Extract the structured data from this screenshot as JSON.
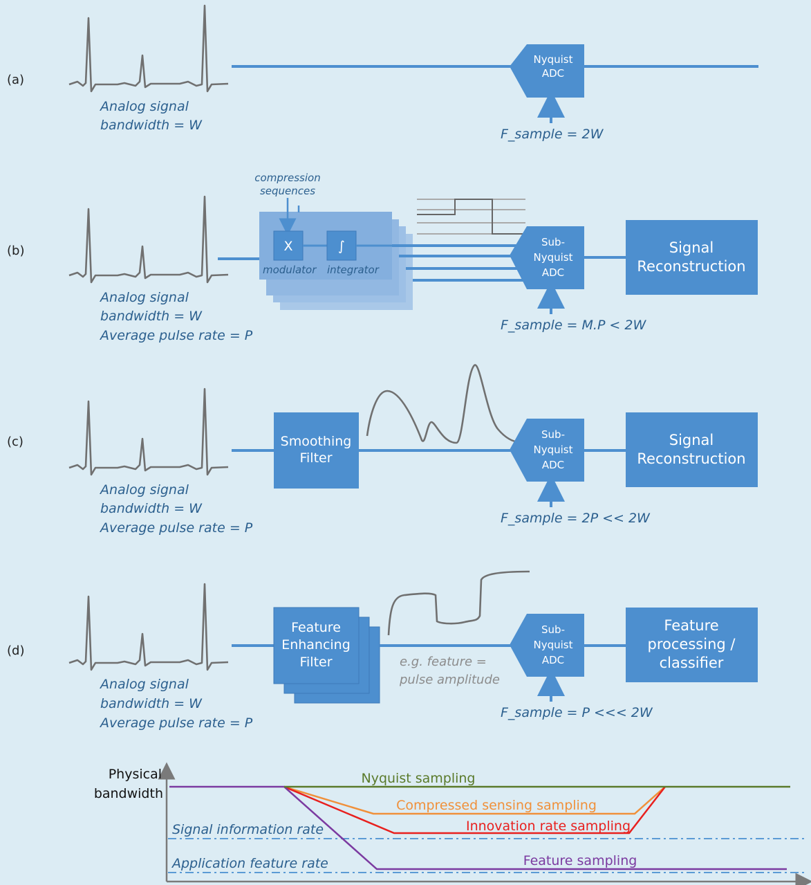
{
  "rows": {
    "a": {
      "label": "(a)",
      "signal": [
        "Analog signal",
        "bandwidth = W"
      ],
      "adc": [
        "Nyquist",
        "ADC"
      ],
      "fsample": "F_sample = 2W"
    },
    "b": {
      "label": "(b)",
      "signal": [
        "Analog signal",
        "bandwidth = W",
        "Average pulse rate = P"
      ],
      "compression": [
        "compression",
        "sequences"
      ],
      "mult_symbol": "X",
      "integral_symbol": "∫",
      "modulator": "modulator",
      "integrator": "integrator",
      "adc": [
        "Sub-",
        "Nyquist",
        "ADC"
      ],
      "output": [
        "Signal",
        "Reconstruction"
      ],
      "fsample": "F_sample = M.P < 2W"
    },
    "c": {
      "label": "(c)",
      "signal": [
        "Analog signal",
        "bandwidth = W",
        "Average pulse rate = P"
      ],
      "filter": [
        "Smoothing",
        "Filter"
      ],
      "adc": [
        "Sub-",
        "Nyquist",
        "ADC"
      ],
      "output": [
        "Signal",
        "Reconstruction"
      ],
      "fsample": "F_sample = 2P << 2W"
    },
    "d": {
      "label": "(d)",
      "signal": [
        "Analog signal",
        "bandwidth = W",
        "Average pulse rate = P"
      ],
      "filter": [
        "Feature",
        "Enhancing",
        "Filter"
      ],
      "feature_note": [
        "e.g. feature =",
        "pulse amplitude"
      ],
      "adc": [
        "Sub-",
        "Nyquist",
        "ADC"
      ],
      "output": [
        "Feature",
        "processing /",
        "classifier"
      ],
      "fsample": "F_sample = P <<< 2W"
    }
  },
  "bottom_plot": {
    "y_axis_label": [
      "Physical",
      "bandwidth"
    ],
    "rates": [
      "Signal information rate",
      "Application feature rate"
    ],
    "curves": [
      {
        "name": "Nyquist sampling",
        "color": "#5a7a2a"
      },
      {
        "name": "Compressed sensing sampling",
        "color": "#f0903a"
      },
      {
        "name": "Innovation rate sampling",
        "color": "#e8201e"
      },
      {
        "name": "Feature sampling",
        "color": "#7b3aa0"
      }
    ]
  }
}
